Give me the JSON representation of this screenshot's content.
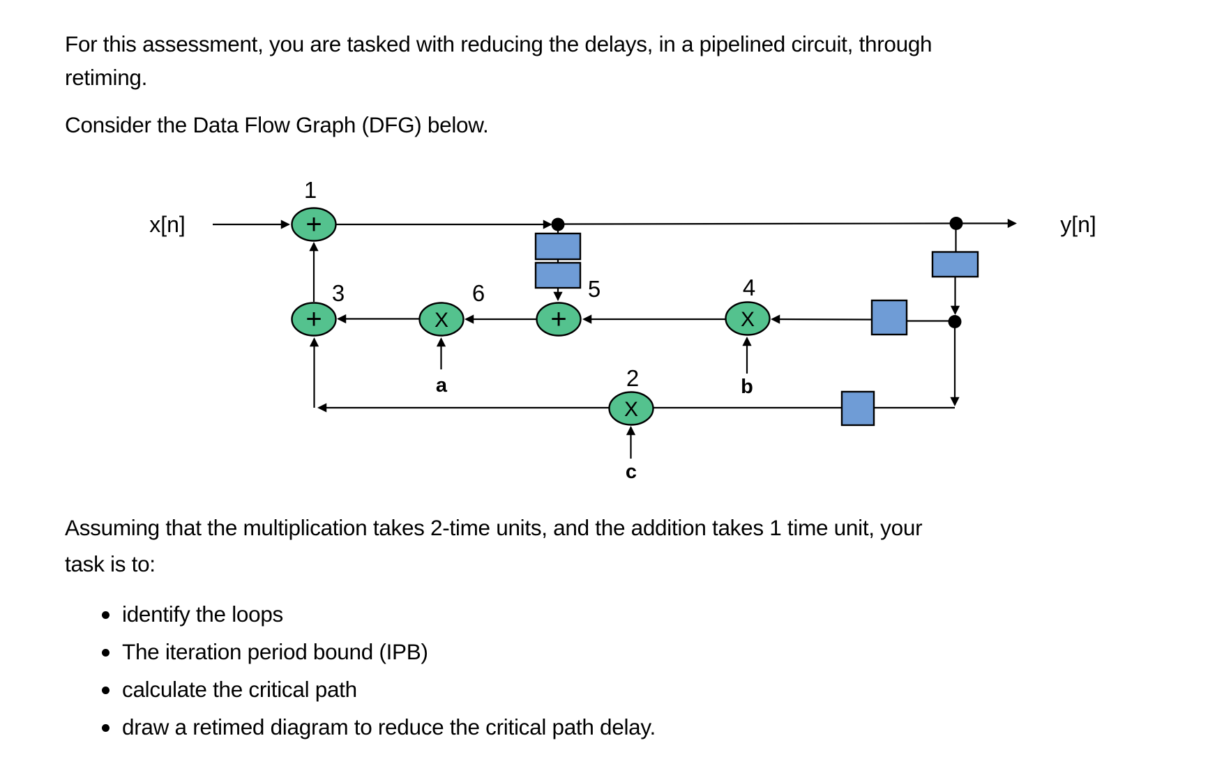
{
  "document": {
    "intro_line1": "For this assessment, you are tasked with reducing the delays, in a pipelined circuit, through",
    "intro_line2": "retiming.",
    "consider_line": "Consider the Data Flow Graph (DFG) below.",
    "assumption_line1": "Assuming that the multiplication takes 2-time units, and the addition takes 1 time unit, your",
    "assumption_line2": "task is to:",
    "bullets": [
      "identify the loops",
      "The iteration period bound (IPB)",
      "calculate the critical path",
      "draw a retimed diagram to reduce the critical path delay."
    ]
  },
  "diagram": {
    "input_label": "x[n]",
    "output_label": "y[n]",
    "colors": {
      "node_fill": "#54C28E",
      "delay_fill": "#6F9CD6",
      "line": "#000000"
    },
    "nodes": [
      {
        "label": "1",
        "op": "+",
        "type": "adder"
      },
      {
        "label": "3",
        "op": "+",
        "type": "adder"
      },
      {
        "label": "6",
        "op": "X",
        "type": "multiplier",
        "coefficient": "a"
      },
      {
        "label": "5",
        "op": "+",
        "type": "adder"
      },
      {
        "label": "4",
        "op": "X",
        "type": "multiplier",
        "coefficient": "b"
      },
      {
        "label": "2",
        "op": "X",
        "type": "multiplier",
        "coefficient": "c"
      }
    ],
    "delay_count": 5
  }
}
